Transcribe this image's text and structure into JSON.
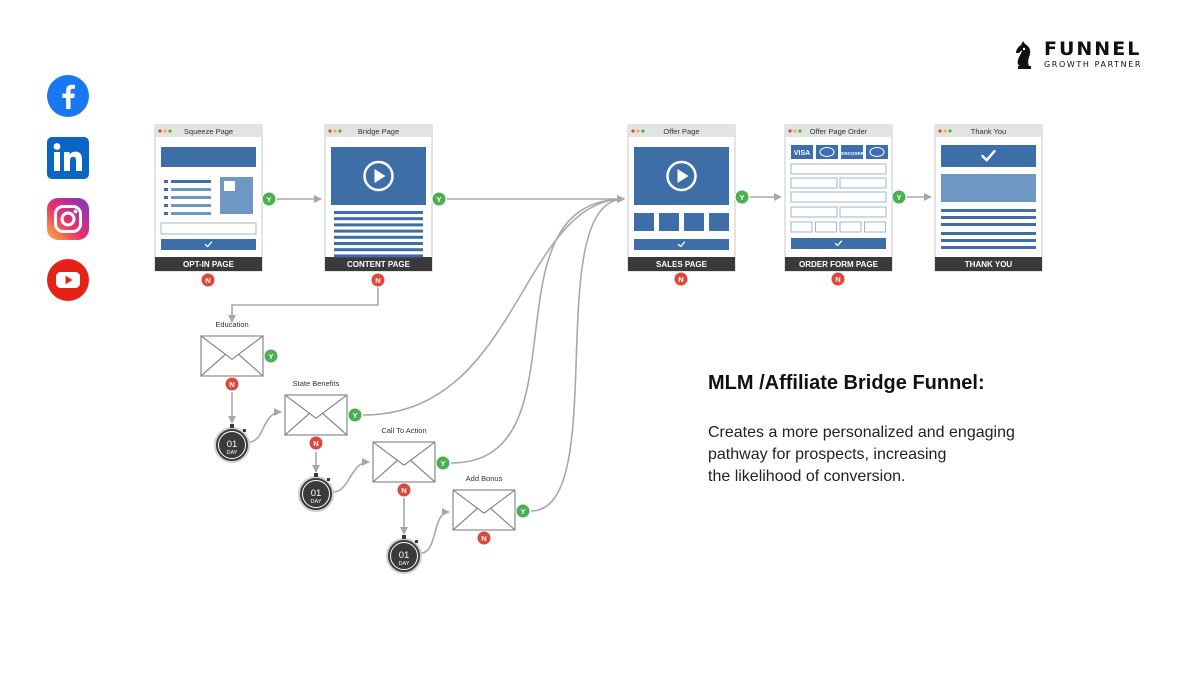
{
  "social_icons": [
    "facebook-icon",
    "linkedin-icon",
    "instagram-icon",
    "youtube-icon"
  ],
  "logo": {
    "name": "FUNNEL",
    "tagline": "GROWTH PARTNER"
  },
  "description": {
    "title": "MLM /Affiliate Bridge Funnel:",
    "lines": [
      "Creates a more personalized and engaging",
      "pathway for prospects, increasing",
      "the likelihood of conversion."
    ]
  },
  "pages": [
    {
      "title": "Squeeze Page",
      "label": "OPT-IN PAGE"
    },
    {
      "title": "Bridge Page",
      "label": "CONTENT PAGE"
    },
    {
      "title": "Offer Page",
      "label": "SALES PAGE"
    },
    {
      "title": "Offer Page Order",
      "label": "ORDER FORM PAGE"
    },
    {
      "title": "Thank You",
      "label": "THANK YOU"
    }
  ],
  "emails": [
    "Education",
    "State Benefits",
    "Call To Action",
    "Add Bonus"
  ],
  "timer": {
    "num": "01",
    "unit": "DAY"
  },
  "yes": "Y",
  "no": "N",
  "card_logos": [
    "VISA",
    "",
    "DISCOVER",
    ""
  ],
  "colors": {
    "blue": "#3e6ea7",
    "light_blue": "#6e97c3",
    "dark": "#3a3a3a",
    "green": "#4caf50",
    "red": "#e0473a",
    "line": "#a8a8a8"
  }
}
